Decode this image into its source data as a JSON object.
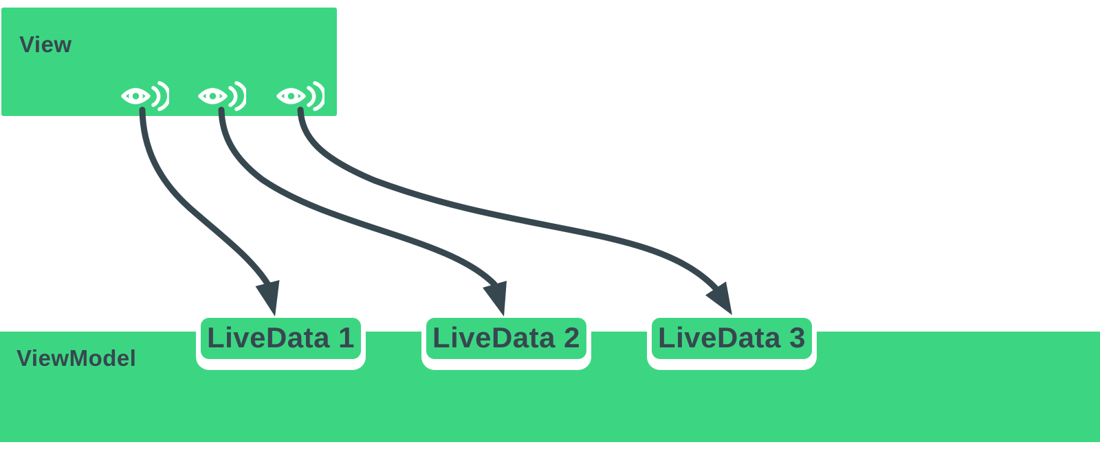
{
  "view": {
    "label": "View"
  },
  "viewmodel": {
    "label": "ViewModel"
  },
  "livedata_boxes": [
    {
      "label": "LiveData 1"
    },
    {
      "label": "LiveData 2"
    },
    {
      "label": "LiveData 3"
    }
  ],
  "observers": [
    {
      "icon": "eye-observe-icon",
      "observes": "LiveData 1"
    },
    {
      "icon": "eye-observe-icon",
      "observes": "LiveData 2"
    },
    {
      "icon": "eye-observe-icon",
      "observes": "LiveData 3"
    }
  ],
  "arrows": [
    {
      "from": "observer-1",
      "to": "livedata-1"
    },
    {
      "from": "observer-2",
      "to": "livedata-2"
    },
    {
      "from": "observer-3",
      "to": "livedata-3"
    }
  ],
  "colors": {
    "green": "#3CD682",
    "dark_slate": "#37474F",
    "background": "#FFFFFF",
    "icon_white": "#FFFFFF"
  }
}
